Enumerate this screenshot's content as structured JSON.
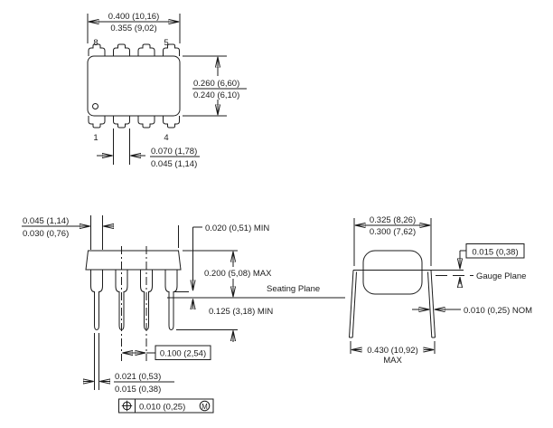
{
  "drawing": {
    "type": "dip8-package-mechanical-drawing",
    "line_color": "#1b1b1b",
    "background": "#ffffff"
  },
  "top_view": {
    "pin8": "8",
    "pin5": "5",
    "pin1": "1",
    "pin4": "4",
    "body_length_max": "0.400 (10,16)",
    "body_length_min": "0.355 (9,02)",
    "body_width_max": "0.260 (6,60)",
    "body_width_min": "0.240 (6,10)",
    "lead_width_max": "0.070 (1,78)",
    "lead_width_min": "0.045 (1,14)"
  },
  "front_view": {
    "shoulder_width_max": "0.045 (1,14)",
    "shoulder_width_min": "0.030 (0,76)",
    "standoff": "0.020 (0,51) MIN",
    "body_height": "0.200 (5,08) MAX",
    "seating_plane_label": "Seating Plane",
    "lead_length": "0.125 (3,18) MIN",
    "lead_pitch": "0.100 (2,54)",
    "lead_thickness_max": "0.021 (0,53)",
    "lead_thickness_min": "0.015 (0,38)",
    "position_tolerance": "0.010 (0,25)",
    "mmc_symbol": "M"
  },
  "side_view": {
    "lead_span_max": "0.325 (8,26)",
    "lead_span_min": "0.300 (7,62)",
    "gauge_offset": "0.015 (0,38)",
    "gauge_plane_label": "Gauge Plane",
    "lead_width_nom": "0.010 (0,25) NOM",
    "overall_width": "0.430 (10,92)",
    "overall_width_suffix": "MAX"
  }
}
